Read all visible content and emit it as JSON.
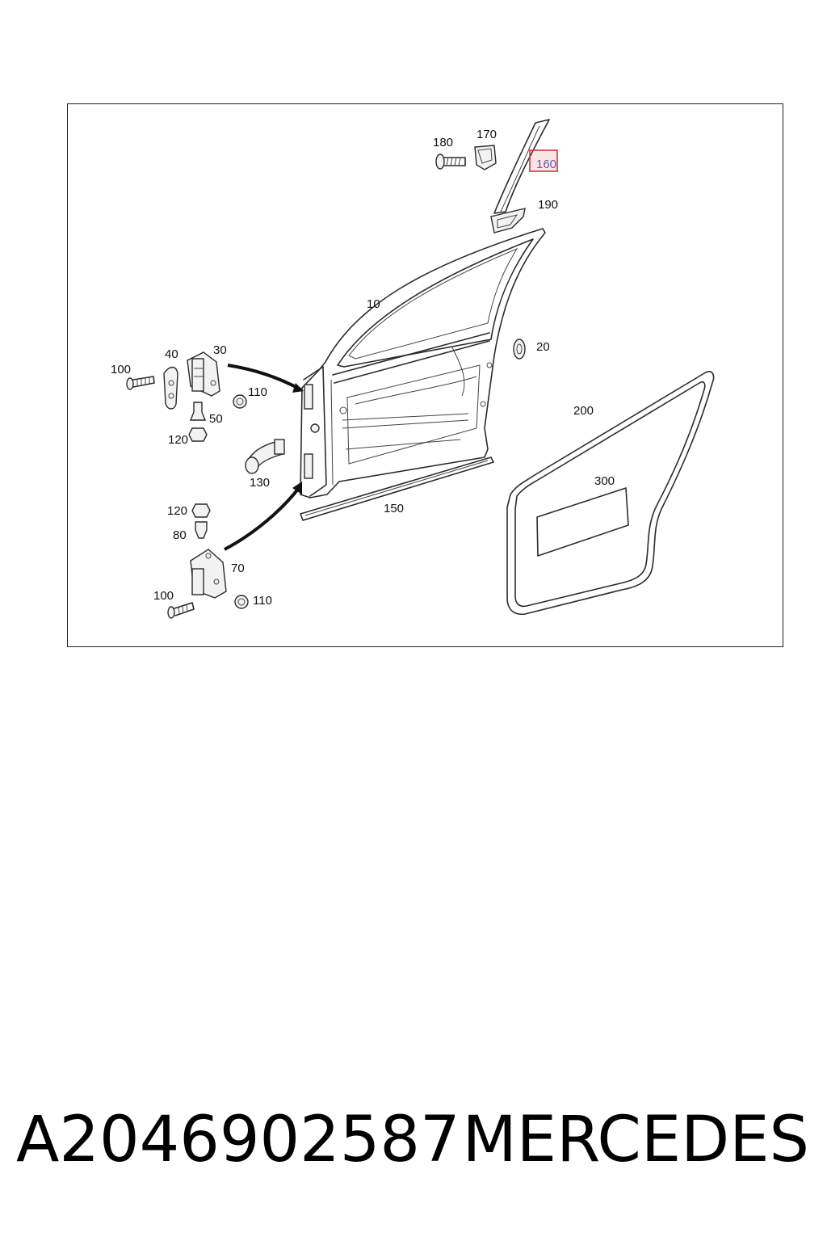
{
  "diagram": {
    "callouts": {
      "c180": "180",
      "c170": "170",
      "c160": "160",
      "c190": "190",
      "c10": "10",
      "c20": "20",
      "c40": "40",
      "c30": "30",
      "c100a": "100",
      "c110a": "110",
      "c50": "50",
      "c120a": "120",
      "c130": "130",
      "c200": "200",
      "c300": "300",
      "c150": "150",
      "c120b": "120",
      "c80": "80",
      "c70": "70",
      "c100b": "100",
      "c110b": "110"
    },
    "highlight_color": "#e0303a"
  },
  "footer": {
    "part_number": "A2046902587",
    "brand": "MERCEDES"
  }
}
